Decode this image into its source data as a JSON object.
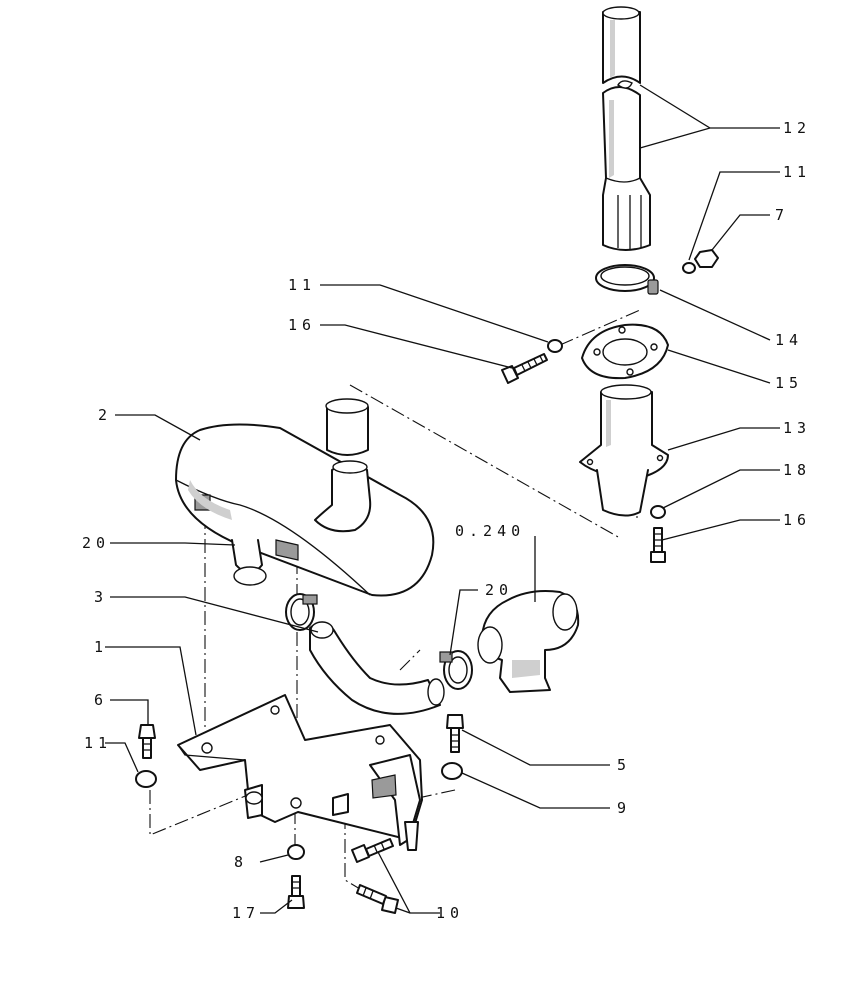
{
  "callouts": {
    "c1": "1",
    "c2": "2",
    "c3": "3",
    "c5": "5",
    "c6": "6",
    "c7": "7",
    "c8": "8",
    "c9": "9",
    "c10": "10",
    "c11a": "11",
    "c11b": "11",
    "c11c": "11",
    "c12": "12",
    "c13": "13",
    "c14": "14",
    "c15": "15",
    "c16a": "16",
    "c16b": "16",
    "c17": "17",
    "c18": "18",
    "c20a": "20",
    "c20b": "20",
    "ref": "0.240"
  }
}
